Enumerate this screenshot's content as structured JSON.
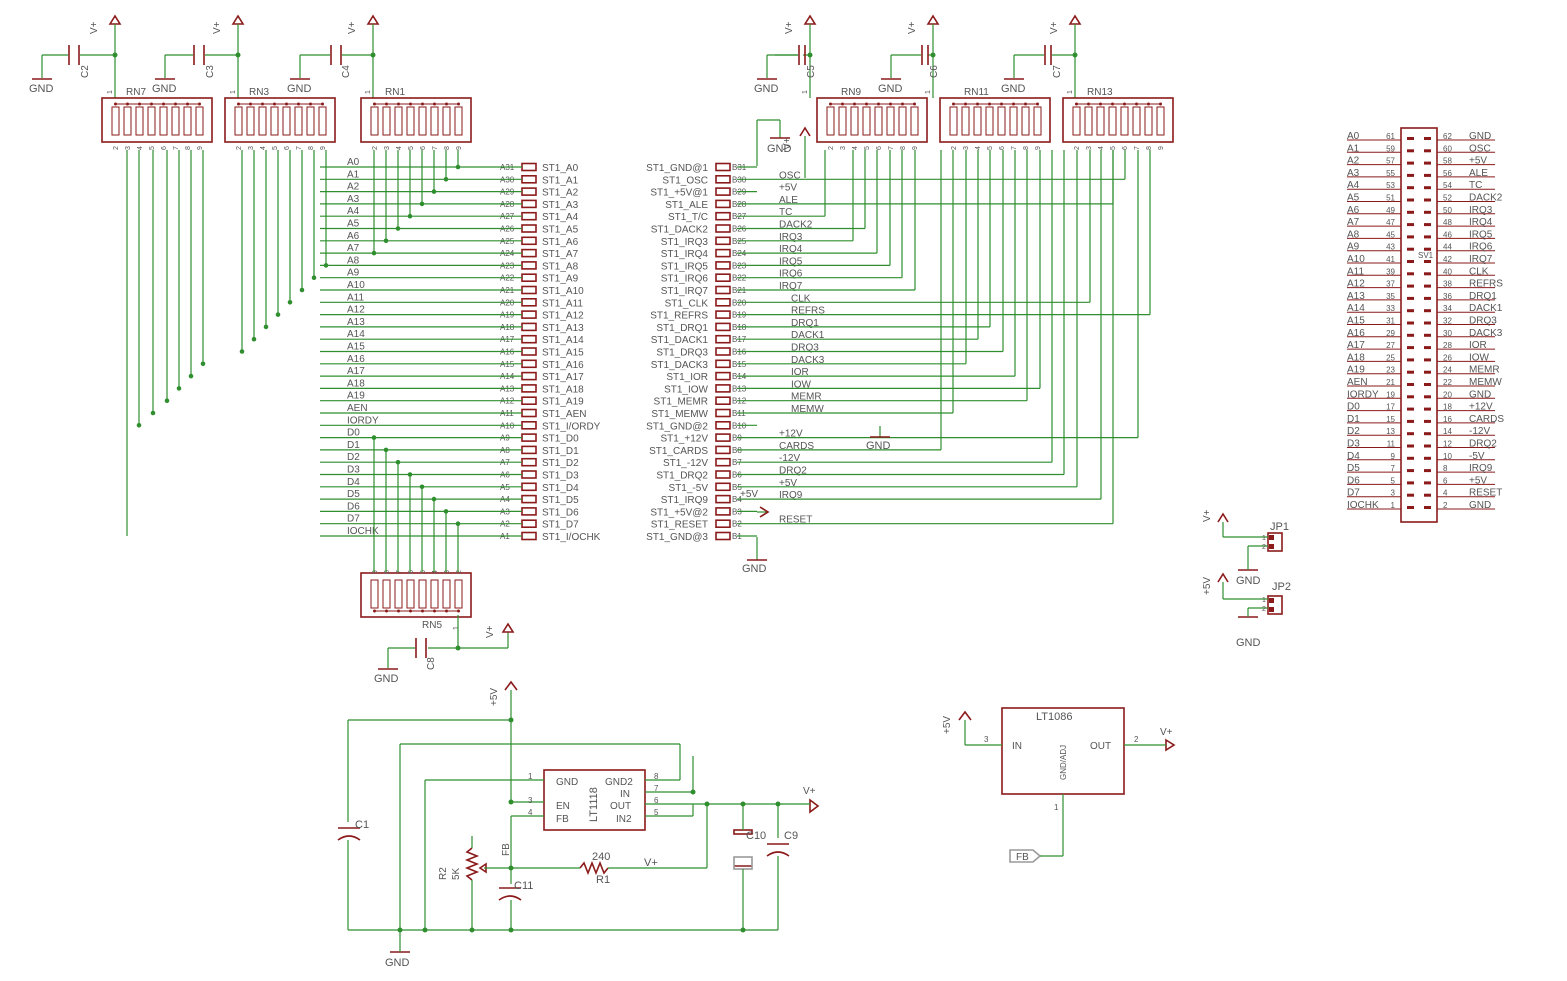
{
  "power": {
    "vplus": "V+",
    "gnd": "GND",
    "p5v": "+5V"
  },
  "pack_top": [
    "RN7",
    "RN3",
    "RN1",
    "RN9",
    "RN11",
    "RN13"
  ],
  "pack_bottom": "RN5",
  "caps": {
    "c2": "C2",
    "c3": "C3",
    "c4": "C4",
    "c5": "C5",
    "c6": "C6",
    "c7": "C7",
    "c8": "C8",
    "c1": "C1",
    "c10": "C10",
    "c9": "C9",
    "c11": "C11"
  },
  "rn_pins": [
    "2",
    "3",
    "4",
    "5",
    "6",
    "7",
    "8",
    "9"
  ],
  "rn_pin1": "1",
  "rn5_pins": [
    "9",
    "8",
    "7",
    "6",
    "5",
    "4",
    "3",
    "2"
  ],
  "a_nets": [
    "A0",
    "A1",
    "A2",
    "A3",
    "A4",
    "A5",
    "A6",
    "A7",
    "A8",
    "A9",
    "A10",
    "A11",
    "A12",
    "A13",
    "A14",
    "A15",
    "A16",
    "A17",
    "A18",
    "A19",
    "AEN",
    "IORDY",
    "D0",
    "D1",
    "D2",
    "D3",
    "D4",
    "D5",
    "D6",
    "D7",
    "IOCHK"
  ],
  "a_pins": [
    "A31",
    "A30",
    "A29",
    "A28",
    "A27",
    "A26",
    "A25",
    "A24",
    "A23",
    "A22",
    "A21",
    "A20",
    "A19",
    "A18",
    "A17",
    "A16",
    "A15",
    "A14",
    "A13",
    "A12",
    "A11",
    "A10",
    "A9",
    "A8",
    "A7",
    "A6",
    "A5",
    "A4",
    "A3",
    "A2",
    "A1"
  ],
  "a_signals": [
    "ST1_A0",
    "ST1_A1",
    "ST1_A2",
    "ST1_A3",
    "ST1_A4",
    "ST1_A5",
    "ST1_A6",
    "ST1_A7",
    "ST1_A8",
    "ST1_A9",
    "ST1_A10",
    "ST1_A11",
    "ST1_A12",
    "ST1_A13",
    "ST1_A14",
    "ST1_A15",
    "ST1_A16",
    "ST1_A17",
    "ST1_A18",
    "ST1_A19",
    "ST1_AEN",
    "ST1_I/ORDY",
    "ST1_D0",
    "ST1_D1",
    "ST1_D2",
    "ST1_D3",
    "ST1_D4",
    "ST1_D5",
    "ST1_D6",
    "ST1_D7",
    "ST1_I/OCHK"
  ],
  "b_signals": [
    "ST1_GND@1",
    "ST1_OSC",
    "ST1_+5V@1",
    "ST1_ALE",
    "ST1_T/C",
    "ST1_DACK2",
    "ST1_IRQ3",
    "ST1_IRQ4",
    "ST1_IRQ5",
    "ST1_IRQ6",
    "ST1_IRQ7",
    "ST1_CLK",
    "ST1_REFRS",
    "ST1_DRQ1",
    "ST1_DACK1",
    "ST1_DRQ3",
    "ST1_DACK3",
    "ST1_IOR",
    "ST1_IOW",
    "ST1_MEMR",
    "ST1_MEMW",
    "ST1_GND@2",
    "ST1_+12V",
    "ST1_CARDS",
    "ST1_-12V",
    "ST1_DRQ2",
    "ST1_-5V",
    "ST1_IRQ9",
    "ST1_+5V@2",
    "ST1_RESET",
    "ST1_GND@3"
  ],
  "b_pins": [
    "B31",
    "B30",
    "B29",
    "B28",
    "B27",
    "B26",
    "B25",
    "B24",
    "B23",
    "B22",
    "B21",
    "B20",
    "B19",
    "B18",
    "B17",
    "B16",
    "B15",
    "B14",
    "B13",
    "B12",
    "B11",
    "B10",
    "B9",
    "B8",
    "B7",
    "B6",
    "B5",
    "B4",
    "B3",
    "B2",
    "B1"
  ],
  "b_nets": [
    "",
    "OSC",
    "+5V",
    "ALE",
    "TC",
    "DACK2",
    "IRQ3",
    "IRQ4",
    "IRQ5",
    "IRQ6",
    "IRQ7",
    "CLK",
    "REFRS",
    "DRQ1",
    "DACK1",
    "DRQ3",
    "DACK3",
    "IOR",
    "IOW",
    "MEMR",
    "MEMW",
    "",
    "+12V",
    "CARDS",
    "-12V",
    "DRQ2",
    "+5V",
    "IRQ9",
    "",
    "RESET",
    ""
  ],
  "b_extra": {
    "b4": "+5V"
  },
  "sv1": {
    "name": "SV1",
    "left_nets": [
      "A0",
      "A1",
      "A2",
      "A3",
      "A4",
      "A5",
      "A6",
      "A7",
      "A8",
      "A9",
      "A10",
      "A11",
      "A12",
      "A13",
      "A14",
      "A15",
      "A16",
      "A17",
      "A18",
      "A19",
      "AEN",
      "IORDY",
      "D0",
      "D1",
      "D2",
      "D3",
      "D4",
      "D5",
      "D6",
      "D7",
      "IOCHK"
    ],
    "left_pins": [
      "61",
      "59",
      "57",
      "55",
      "53",
      "51",
      "49",
      "47",
      "45",
      "43",
      "41",
      "39",
      "37",
      "35",
      "33",
      "31",
      "29",
      "27",
      "25",
      "23",
      "21",
      "19",
      "17",
      "15",
      "13",
      "11",
      "9",
      "7",
      "5",
      "3",
      "1"
    ],
    "right_pins": [
      "62",
      "60",
      "58",
      "56",
      "54",
      "52",
      "50",
      "48",
      "46",
      "44",
      "42",
      "40",
      "38",
      "36",
      "34",
      "32",
      "30",
      "28",
      "26",
      "24",
      "22",
      "20",
      "18",
      "16",
      "14",
      "12",
      "10",
      "8",
      "6",
      "4",
      "2"
    ],
    "right_nets": [
      "GND",
      "OSC",
      "+5V",
      "ALE",
      "TC",
      "DACK2",
      "IRQ3",
      "IRQ4",
      "IRQ5",
      "IRQ6",
      "IRQ7",
      "CLK",
      "REFRS",
      "DRQ1",
      "DACK1",
      "DRQ3",
      "DACK3",
      "IOR",
      "IOW",
      "MEMR",
      "MEMW",
      "GND",
      "+12V",
      "CARDS",
      "-12V",
      "DRQ2",
      "-5V",
      "IRQ9",
      "+5V",
      "RESET",
      "GND"
    ]
  },
  "jumpers": {
    "jp1": "JP1",
    "jp2": "JP2",
    "pin1": "1",
    "pin2": "2"
  },
  "lt1118": {
    "name": "LT1118",
    "gnd": "GND",
    "en": "EN",
    "fb": "FB",
    "gnd2": "GND2",
    "in": "IN",
    "out": "OUT",
    "in2": "IN2",
    "p1": "1",
    "p3": "3",
    "p4": "4",
    "p8": "8",
    "p7": "7",
    "p6": "6",
    "p5": "5"
  },
  "lt1086": {
    "name": "LT1086",
    "in": "IN",
    "out": "OUT",
    "adj": "GND/ADJ",
    "p3": "3",
    "p2": "2",
    "p1": "1"
  },
  "r2": {
    "name": "R2",
    "value": "5K"
  },
  "r1": {
    "name": "R1",
    "value": "240"
  },
  "fb_net": "FB",
  "fb_port": "FB"
}
